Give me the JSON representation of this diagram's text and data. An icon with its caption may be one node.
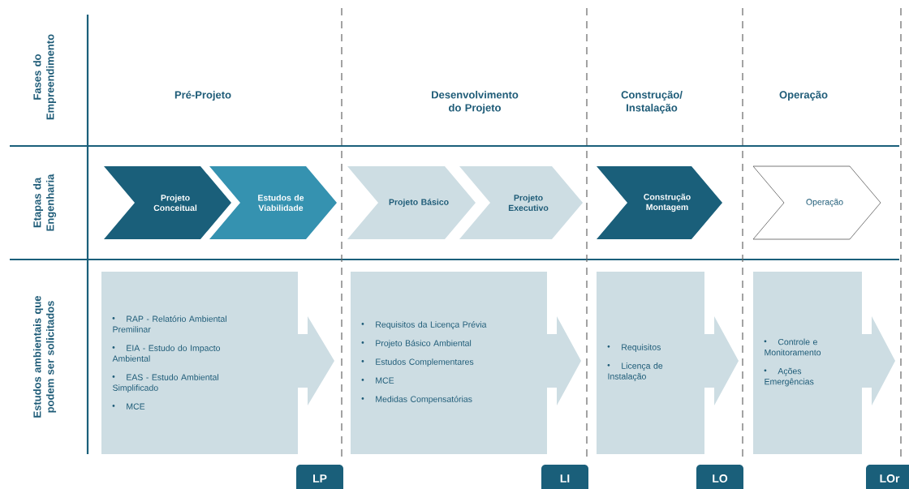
{
  "diagram": {
    "nodes": [
      {
        "text": [
          "Projeto Conceitual"
        ]
      },
      {
        "text": [
          "Estudos de Viabilidade"
        ]
      },
      {
        "text": [
          "Projeto Básico"
        ]
      },
      {
        "text": [
          "Projeto Executivo"
        ]
      },
      {
        "text": [
          "Construção Montagem"
        ]
      },
      {
        "text": [
          "Operação"
        ]
      },
      {
        "text": [
          "RAP - Relatório Ambiental Premilinar",
          "EIA - Estudo do Impacto Ambiental",
          "EAS - Estudo Ambiental Simplificado",
          "MCE"
        ]
      },
      {
        "text": [
          "Requisitos da Licença Prévia",
          "Projeto Básico Ambiental",
          "Estudos Complementares",
          "MCE",
          "Medidas Compensatórias"
        ]
      },
      {
        "text": [
          "Requisitos",
          "Licença de Instalação"
        ]
      },
      {
        "text": [
          "Controle e Monitoramento",
          "Ações Emergências"
        ]
      },
      {
        "text": [
          "LP"
        ]
      },
      {
        "text": [
          "LI"
        ]
      },
      {
        "text": [
          "LO"
        ]
      },
      {
        "text": [
          "LOr"
        ]
      }
    ],
    "labels": [
      "Fases do Empreendimento",
      "Pré-Projeto",
      "Desenvolvimento do Projeto",
      "Construção/ Instalação",
      "Operação",
      "Etapas da Engenharia",
      "Estudos ambientais que podem ser solicitados"
    ]
  }
}
